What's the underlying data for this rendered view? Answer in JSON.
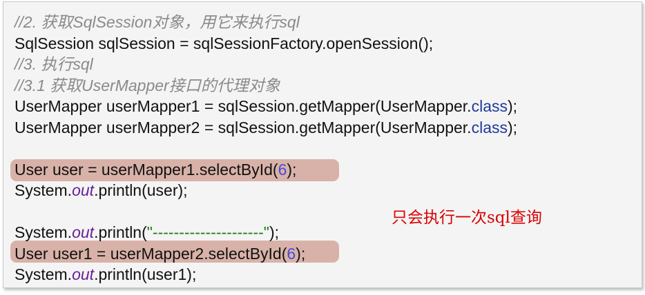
{
  "lines": [
    {
      "type": "comment",
      "text": "//2. 获取SqlSession对象，用它来执行sql"
    },
    {
      "type": "code",
      "text": "SqlSession sqlSession = sqlSessionFactory.openSession();"
    },
    {
      "type": "comment",
      "text": "//3. 执行sql"
    },
    {
      "type": "comment",
      "text": "//3.1 获取UserMapper接口的代理对象"
    },
    {
      "type": "code",
      "pre": "UserMapper userMapper1 = sqlSession.getMapper(UserMapper.",
      "kw": "class",
      "post": ");"
    },
    {
      "type": "code",
      "pre": "UserMapper userMapper2 = sqlSession.getMapper(UserMapper.",
      "kw": "class",
      "post": ");"
    },
    {
      "type": "blank",
      "text": ""
    },
    {
      "type": "code",
      "pre": "User user = userMapper1.selectById(",
      "num": "6",
      "post": ");"
    },
    {
      "type": "code",
      "pre": "System.",
      "field": "out",
      "post": ".println(user);"
    },
    {
      "type": "blank",
      "text": ""
    },
    {
      "type": "code",
      "pre": "System.",
      "field": "out",
      "mid": ".println(",
      "str": "\"---------------------\"",
      "post": ");"
    },
    {
      "type": "code",
      "pre": "User user1 = userMapper2.selectById(",
      "num": "6",
      "post": ");"
    },
    {
      "type": "code",
      "pre": "System.",
      "field": "out",
      "post": ".println(user1);"
    }
  ],
  "annotation": "只会执行一次sql查询",
  "colors": {
    "highlight": "#d8b2a8",
    "comment": "#8a8a8a",
    "keyword": "#1e3a9e",
    "number": "#4a4ad8",
    "field": "#6a1f9a",
    "string": "#1c7a1c",
    "annotation": "#d80000"
  }
}
